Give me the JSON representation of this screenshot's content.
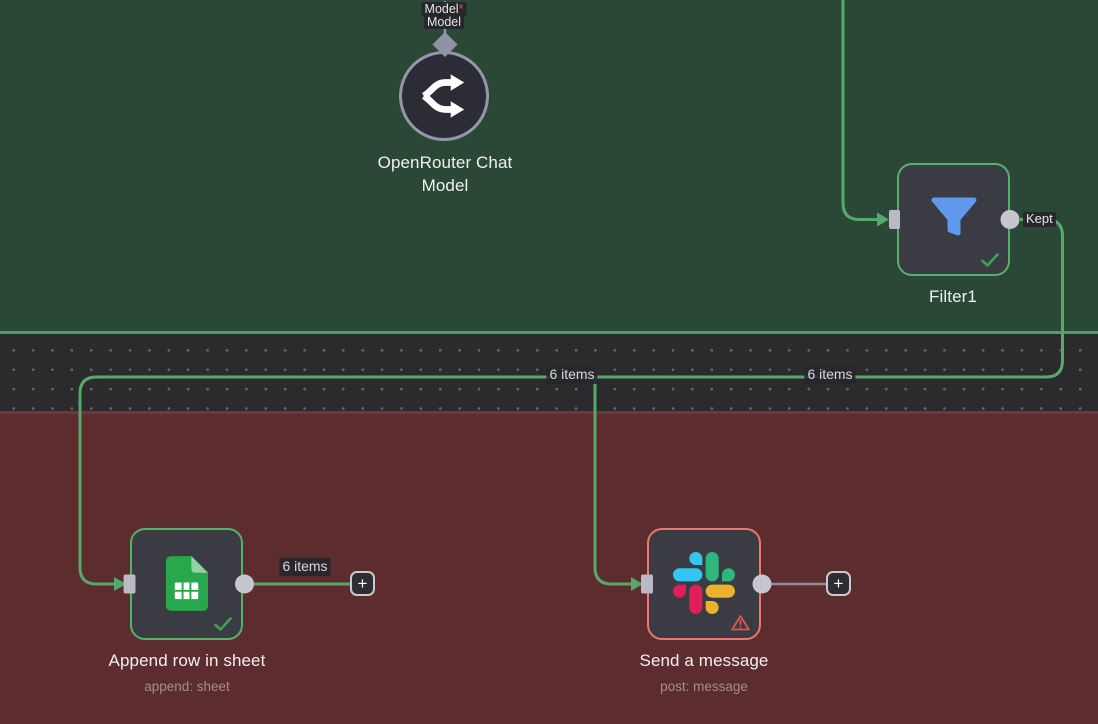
{
  "ui": {
    "plus_label": "+"
  },
  "zones": {
    "top": {
      "color": "#2b4837",
      "border_color": "#4ba263"
    },
    "bottom": {
      "color": "#5c2c2f",
      "border_color": "#6d383b"
    }
  },
  "nodes": {
    "openrouter": {
      "title": "OpenRouter Chat Model",
      "output_port_label": "Model",
      "required_marker": "*",
      "output_port_label_hint": "Model"
    },
    "filter": {
      "title": "Filter1",
      "output_label": "Kept"
    },
    "sheets": {
      "title": "Append row in sheet",
      "subtitle": "append: sheet",
      "output_items": "6 items"
    },
    "slack": {
      "title": "Send a message",
      "subtitle": "post: message"
    }
  },
  "connections": {
    "items_label_left": "6 items",
    "items_label_right": "6 items"
  },
  "icons": {
    "openrouter": "openrouter-logo-icon",
    "filter": "funnel-icon",
    "sheets": "google-sheets-icon",
    "slack": "slack-icon",
    "success": "check-icon",
    "warning": "warning-triangle-icon",
    "plus": "plus-icon",
    "port_diamond": "diamond-port-icon"
  },
  "colors": {
    "connection_green": "#57a96a",
    "connection_gray": "#8f8f98",
    "node_border_success": "#58b168",
    "node_border_error": "#ed7572",
    "funnel_blue": "#5f99ee",
    "check_green": "#3ea05b",
    "warning_red": "#e0564d"
  }
}
